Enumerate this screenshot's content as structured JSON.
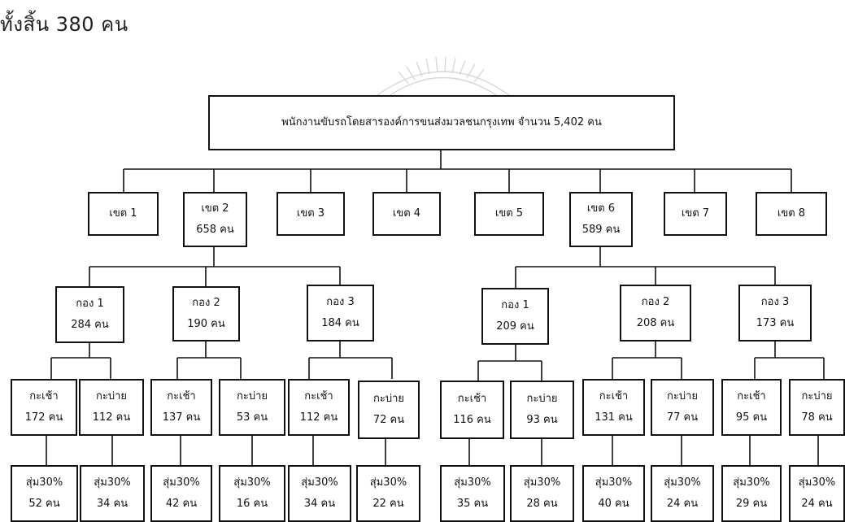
{
  "intro_text": "ทั้งสิ้น 380 คน",
  "root": {
    "label": "พนักงานขับรถโดยสารองค์การขนส่งมวลชนกรุงเทพ จำนวน 5,402 คน"
  },
  "zones": [
    {
      "name": "เขต 1",
      "count": ""
    },
    {
      "name": "เขต 2",
      "count": "658 คน"
    },
    {
      "name": "เขต 3",
      "count": ""
    },
    {
      "name": "เขต 4",
      "count": ""
    },
    {
      "name": "เขต 5",
      "count": ""
    },
    {
      "name": "เขต 6",
      "count": "589 คน"
    },
    {
      "name": "เขต 7",
      "count": ""
    },
    {
      "name": "เขต 8",
      "count": ""
    }
  ],
  "divisions": [
    {
      "name": "กอง 1",
      "count": "284 คน"
    },
    {
      "name": "กอง 2",
      "count": "190 คน"
    },
    {
      "name": "กอง 3",
      "count": "184 คน"
    },
    {
      "name": "กอง 1",
      "count": "209 คน"
    },
    {
      "name": "กอง 2",
      "count": "208 คน"
    },
    {
      "name": "กอง 3",
      "count": "173 คน"
    }
  ],
  "shifts": [
    {
      "name": "กะเช้า",
      "count": "172 คน"
    },
    {
      "name": "กะบ่าย",
      "count": "112 คน"
    },
    {
      "name": "กะเช้า",
      "count": "137 คน"
    },
    {
      "name": "กะบ่าย",
      "count": "53 คน"
    },
    {
      "name": "กะเช้า",
      "count": "112 คน"
    },
    {
      "name": "กะบ่าย",
      "count": "72 คน"
    },
    {
      "name": "กะเช้า",
      "count": "116 คน"
    },
    {
      "name": "กะบ่าย",
      "count": "93 คน"
    },
    {
      "name": "กะเช้า",
      "count": "131 คน"
    },
    {
      "name": "กะบ่าย",
      "count": "77 คน"
    },
    {
      "name": "กะเช้า",
      "count": "95 คน"
    },
    {
      "name": "กะบ่าย",
      "count": "78 คน"
    }
  ],
  "samples": [
    {
      "name": "สุ่ม30%",
      "count": "52 คน"
    },
    {
      "name": "สุ่ม30%",
      "count": "34 คน"
    },
    {
      "name": "สุ่ม30%",
      "count": "42 คน"
    },
    {
      "name": "สุ่ม30%",
      "count": "16 คน"
    },
    {
      "name": "สุ่ม30%",
      "count": "34 คน"
    },
    {
      "name": "สุ่ม30%",
      "count": "22 คน"
    },
    {
      "name": "สุ่ม30%",
      "count": "35 คน"
    },
    {
      "name": "สุ่ม30%",
      "count": "28 คน"
    },
    {
      "name": "สุ่ม30%",
      "count": "40 คน"
    },
    {
      "name": "สุ่ม30%",
      "count": "24 คน"
    },
    {
      "name": "สุ่ม30%",
      "count": "29 คน"
    },
    {
      "name": "สุ่ม30%",
      "count": "24 คน"
    }
  ]
}
